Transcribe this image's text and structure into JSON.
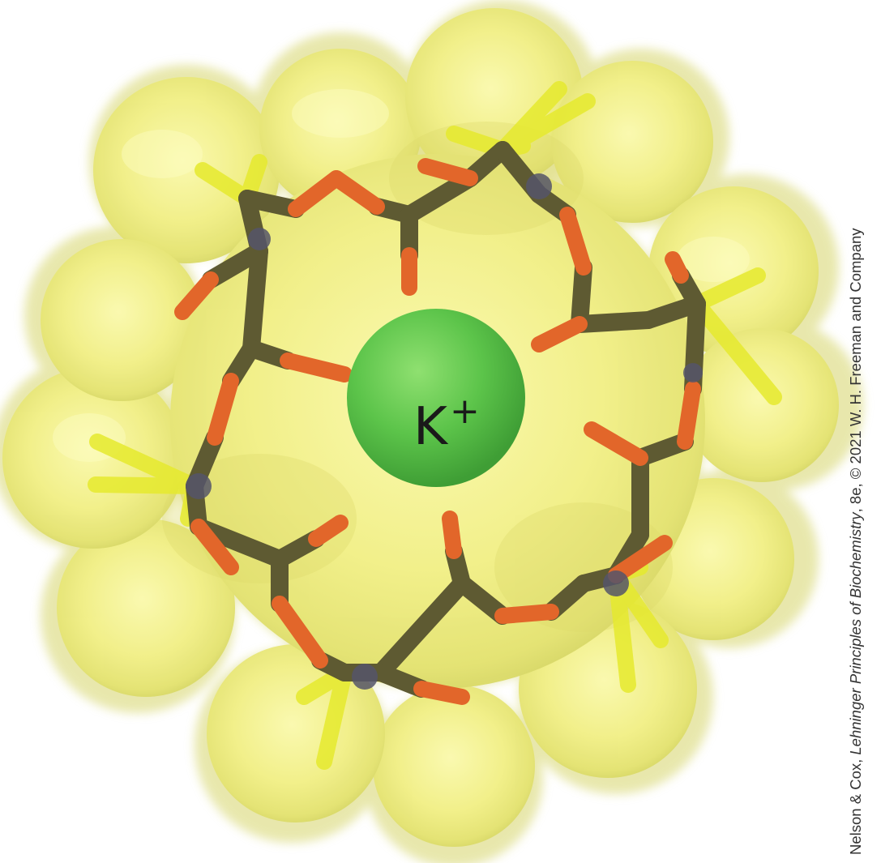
{
  "ion": {
    "symbol": "K",
    "charge": "+"
  },
  "credit": {
    "authors": "Nelson & Cox, ",
    "book_title": "Lehninger Principles of Biochemistry",
    "edition_and_copyright": ", 8e, © 2021 W. H. Freeman and Company"
  },
  "colors": {
    "surface": "#f2f088",
    "surface_shadow": "#d9d86a",
    "ion_sphere": "#5cc44a",
    "carbon_bond": "#5e5a32",
    "oxygen_bond": "#e2662a",
    "hydrogen_bond": "#e6ea2e",
    "nitrogen_atom": "#55556a"
  }
}
